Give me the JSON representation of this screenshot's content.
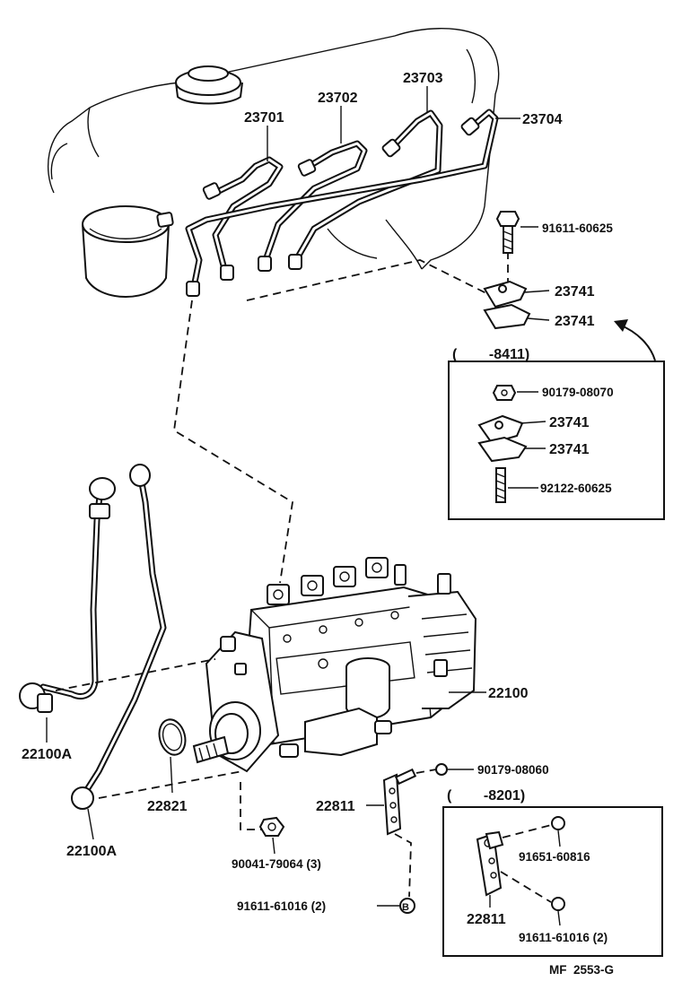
{
  "labels": {
    "p23701": "23701",
    "p23702": "23702",
    "p23703": "23703",
    "p23704": "23704",
    "p91611_60625": "91611-60625",
    "p23741_a": "23741",
    "p23741_b": "23741",
    "box1_range": "(        -8411)",
    "p90179_08070": "90179-08070",
    "p23741_c": "23741",
    "p23741_d": "23741",
    "p92122_60625": "92122-60625",
    "p22100": "22100",
    "p22100A_1": "22100A",
    "p22100A_2": "22100A",
    "p22821": "22821",
    "p90179_08060": "90179-08060",
    "p22811": "22811",
    "box2_range": "(        -8201)",
    "p91651_60816": "91651-60816",
    "p22811_b": "22811",
    "p91611_61016_b": "91611-61016 (2)",
    "p90041_79064": "90041-79064 (3)",
    "p91611_61016": "91611-61016 (2)",
    "footer": "MF  2553-G"
  }
}
